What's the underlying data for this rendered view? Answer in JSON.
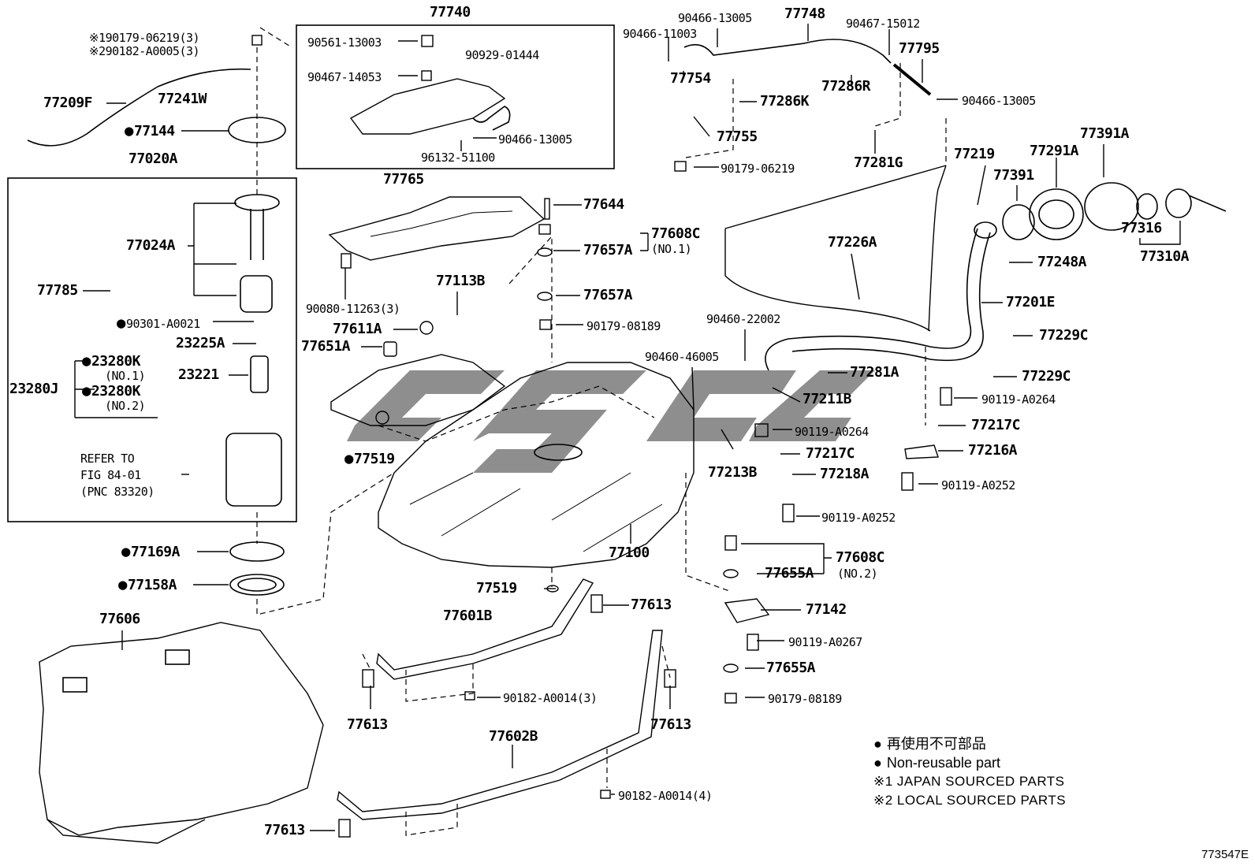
{
  "diagram_code": "773547E",
  "legend": {
    "jp_nonreusable": "再使用不可部品",
    "nonreusable": "Non-reusable part",
    "note1": "※1 JAPAN SOURCED PARTS",
    "note2": "※2 LOCAL SOURCED PARTS"
  },
  "labels": {
    "p190179": "※190179-06219(3)",
    "p290182": "※290182-A0005(3)",
    "p77209F": "77209F",
    "p77241W": "77241W",
    "p77144": "77144",
    "p77020A": "77020A",
    "p77024A": "77024A",
    "p77785": "77785",
    "p90301": "90301-A0021",
    "p23225A": "23225A",
    "p23280K1": "23280K",
    "no1": "(NO.1)",
    "p23280J": "23280J",
    "p23221": "23221",
    "p23280K2": "23280K",
    "no2": "(NO.2)",
    "refer1": "REFER TO",
    "refer2": "FIG 84-01",
    "refer3": "(PNC 83320)",
    "p77169A": "77169A",
    "p77158A": "77158A",
    "p77606": "77606",
    "p77740": "77740",
    "p90561": "90561-13003",
    "p90929": "90929-01444",
    "p90467_14053": "90467-14053",
    "p90466_13005a": "90466-13005",
    "p96132": "96132-51100",
    "p77765": "77765",
    "p90080": "90080-11263(3)",
    "p77113B": "77113B",
    "p77611A": "77611A",
    "p77651A": "77651A",
    "p77519a": "77519",
    "p77644": "77644",
    "p77608C1": "77608C",
    "no1b": "(NO.1)",
    "p77657Aa": "77657A",
    "p77657Ab": "77657A",
    "p90179_08189a": "90179-08189",
    "p77100": "77100",
    "p77519b": "77519",
    "p77601B": "77601B",
    "p77613a": "77613",
    "p77613b": "77613",
    "p77613c": "77613",
    "p77613d": "77613",
    "p90182_3": "90182-A0014(3)",
    "p77602B": "77602B",
    "p90182_4": "90182-A0014(4)",
    "p90466_13005b": "90466-13005",
    "p77748": "77748",
    "p90467_15012": "90467-15012",
    "p90466_11003": "90466-11003",
    "p77795": "77795",
    "p77754": "77754",
    "p77286R": "77286R",
    "p77286K": "77286K",
    "p90466_13005c": "90466-13005",
    "p77755": "77755",
    "p77281G": "77281G",
    "p90179_06219": "90179-06219",
    "p77219": "77219",
    "p77291A": "77291A",
    "p77391A": "77391A",
    "p77391": "77391",
    "p77316": "77316",
    "p77310A": "77310A",
    "p77226A": "77226A",
    "p77248A": "77248A",
    "p77201E": "77201E",
    "p90460_22002": "90460-22002",
    "p77229Ca": "77229C",
    "p90460_46005": "90460-46005",
    "p77281A": "77281A",
    "p77229Cb": "77229C",
    "p77211B": "77211B",
    "p90119_A0264a": "90119-A0264",
    "p90119_A0264b": "90119-A0264",
    "p77217Ca": "77217C",
    "p77217Cb": "77217C",
    "p77213B": "77213B",
    "p77216A": "77216A",
    "p77218A": "77218A",
    "p90119_A0252a": "90119-A0252",
    "p90119_A0252b": "90119-A0252",
    "p77608C2": "77608C",
    "p77655Aa": "77655A",
    "no2b": "(NO.2)",
    "p77142": "77142",
    "p90119_A0267": "90119-A0267",
    "p77655Ab": "77655A",
    "p90179_08189b": "90179-08189"
  }
}
